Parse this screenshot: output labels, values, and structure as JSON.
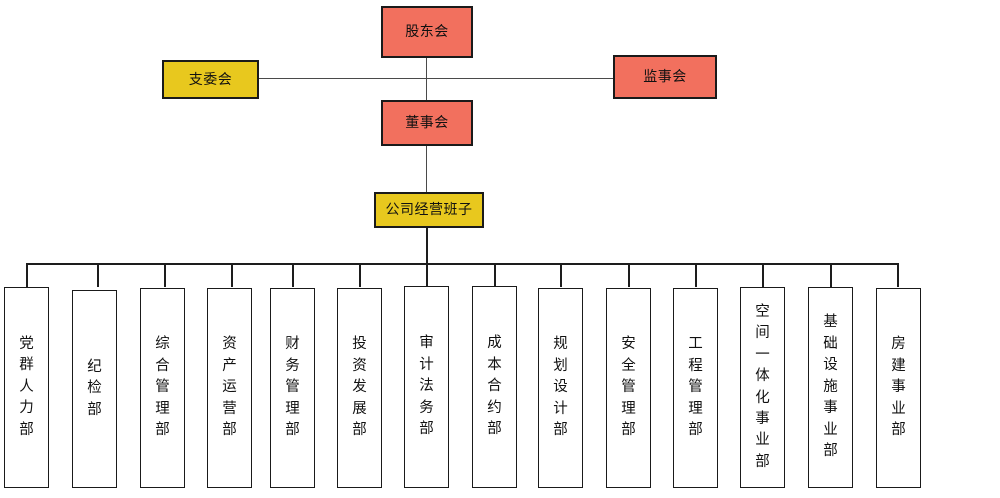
{
  "chart": {
    "type": "org-chart",
    "title": "",
    "colors": {
      "executive_red": "#F2705E",
      "party_yellow": "#E8C81E",
      "department_fill": "#FFFFFF",
      "border": "#1A1A1A",
      "connector": "#4A4A4A"
    },
    "top_nodes": {
      "shareholders": {
        "label": "股东会",
        "color": "red"
      },
      "party_committee": {
        "label": "支委会",
        "color": "yellow"
      },
      "supervisors": {
        "label": "监事会",
        "color": "red"
      },
      "board": {
        "label": "董事会",
        "color": "red"
      },
      "management": {
        "label": "公司经营班子",
        "color": "yellow"
      }
    },
    "departments": [
      {
        "label": "党群人力部"
      },
      {
        "label": "纪检部"
      },
      {
        "label": "综合管理部"
      },
      {
        "label": "资产运营部"
      },
      {
        "label": "财务管理部"
      },
      {
        "label": "投资发展部"
      },
      {
        "label": "审计法务部"
      },
      {
        "label": "成本合约部"
      },
      {
        "label": "规划设计部"
      },
      {
        "label": "安全管理部"
      },
      {
        "label": "工程管理部"
      },
      {
        "label": "空间一体化事业部"
      },
      {
        "label": "基础设施事业部"
      },
      {
        "label": "房建事业部"
      }
    ]
  }
}
